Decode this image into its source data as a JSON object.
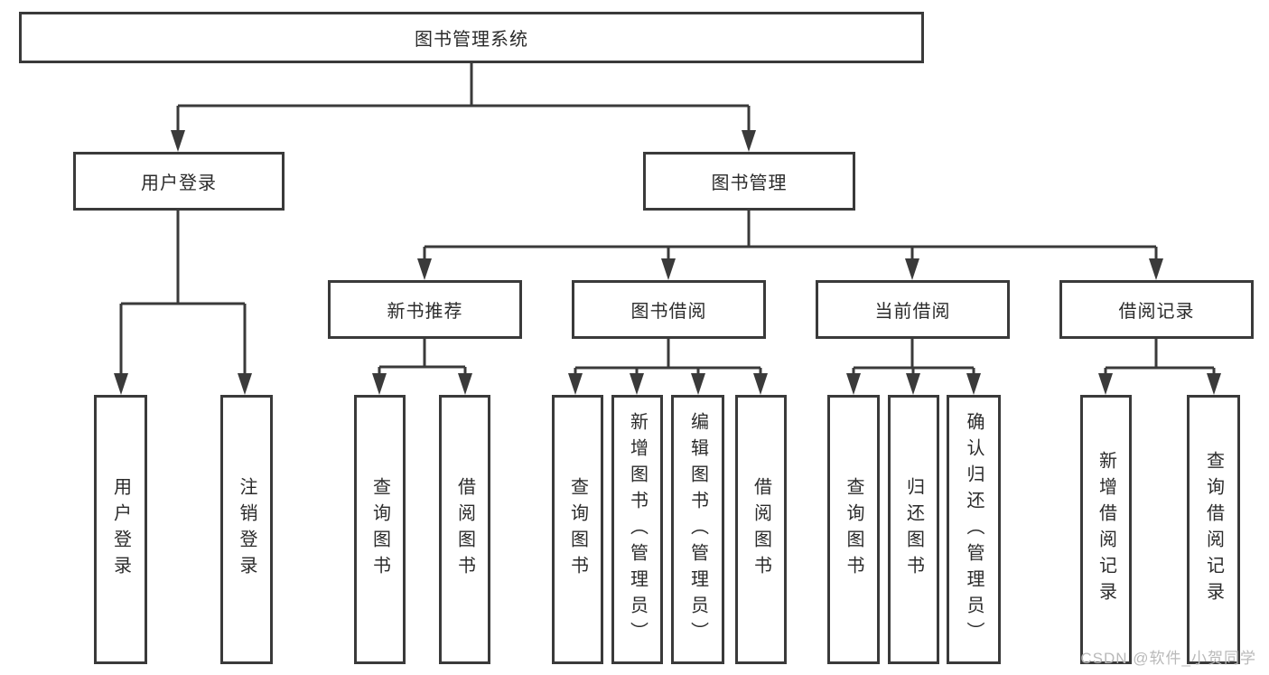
{
  "diagram": {
    "root": "图书管理系统",
    "level2": {
      "user_login": "用户登录",
      "book_management": "图书管理"
    },
    "login_children": [
      "用户登录",
      "注销登录"
    ],
    "level3": [
      "新书推荐",
      "图书借阅",
      "当前借阅",
      "借阅记录"
    ],
    "recommend_children": [
      "查询图书",
      "借阅图书"
    ],
    "borrowing_children": [
      "查询图书",
      "新增图书（管理员）",
      "编辑图书（管理员）",
      "借阅图书"
    ],
    "current_children": [
      "查询图书",
      "归还图书",
      "确认归还（管理员）"
    ],
    "records_children": [
      "新增借阅记录",
      "查询借阅记录"
    ]
  },
  "watermark": {
    "text": "CSDN @软件_小贺同学"
  },
  "colors": {
    "line": "#3a3a3a",
    "text": "#2b2b2b",
    "background": "#ffffff",
    "watermark": "#b9b9b9"
  }
}
